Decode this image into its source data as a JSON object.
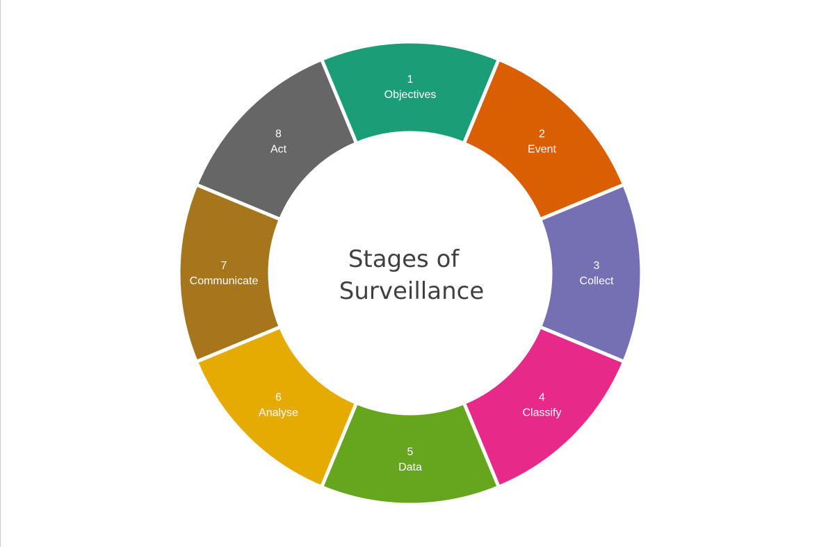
{
  "diagram": {
    "center_title_lines": [
      "Stages of",
      "Surveillance"
    ],
    "stages": [
      {
        "number": "1",
        "label": "Objectives",
        "color": "#1b9e77"
      },
      {
        "number": "2",
        "label": "Event",
        "color": "#d95f02"
      },
      {
        "number": "3",
        "label": "Collect",
        "color": "#7570b3"
      },
      {
        "number": "4",
        "label": "Classify",
        "color": "#e7298a"
      },
      {
        "number": "5",
        "label": "Data",
        "color": "#66a61e"
      },
      {
        "number": "6",
        "label": "Analyse",
        "color": "#e6ab02"
      },
      {
        "number": "7",
        "label": "Communicate",
        "color": "#a6761d"
      },
      {
        "number": "8",
        "label": "Act",
        "color": "#666666"
      }
    ]
  }
}
